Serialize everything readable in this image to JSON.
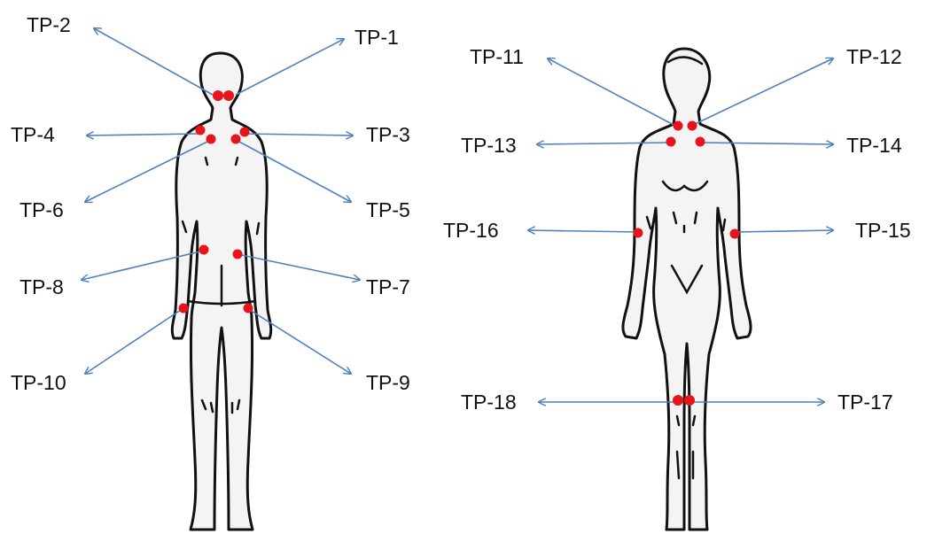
{
  "points": [
    {
      "id": "tp1",
      "label": "TP-1"
    },
    {
      "id": "tp2",
      "label": "TP-2"
    },
    {
      "id": "tp3",
      "label": "TP-3"
    },
    {
      "id": "tp4",
      "label": "TP-4"
    },
    {
      "id": "tp5",
      "label": "TP-5"
    },
    {
      "id": "tp6",
      "label": "TP-6"
    },
    {
      "id": "tp7",
      "label": "TP-7"
    },
    {
      "id": "tp8",
      "label": "TP-8"
    },
    {
      "id": "tp9",
      "label": "TP-9"
    },
    {
      "id": "tp10",
      "label": "TP-10"
    },
    {
      "id": "tp11",
      "label": "TP-11"
    },
    {
      "id": "tp12",
      "label": "TP-12"
    },
    {
      "id": "tp13",
      "label": "TP-13"
    },
    {
      "id": "tp14",
      "label": "TP-14"
    },
    {
      "id": "tp15",
      "label": "TP-15"
    },
    {
      "id": "tp16",
      "label": "TP-16"
    },
    {
      "id": "tp17",
      "label": "TP-17"
    },
    {
      "id": "tp18",
      "label": "TP-18"
    }
  ],
  "colors": {
    "marker": "#e8141b",
    "arrow": "#4f81bd"
  }
}
